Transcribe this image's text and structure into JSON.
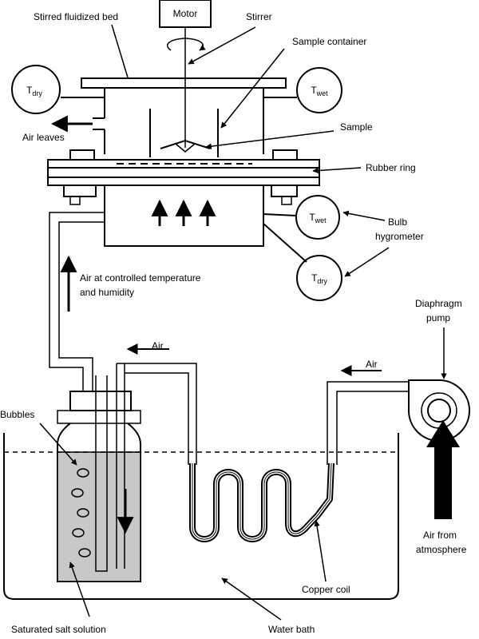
{
  "labels": {
    "stirred_bed": "Stirred fluidized bed",
    "motor": "Motor",
    "stirrer": "Stirrer",
    "sample_container": "Sample container",
    "sample": "Sample",
    "rubber_ring": "Rubber ring",
    "air_leaves": "Air leaves",
    "bulb_line1": "Bulb",
    "bulb_line2": "hygrometer",
    "air_controlled_line1": "Air at controlled temperature",
    "air_controlled_line2": "and humidity",
    "diaphragm_line1": "Diaphragm",
    "diaphragm_line2": "pump",
    "air_1": "Air",
    "air_2": "Air",
    "bubbles": "Bubbles",
    "air_from_line1": "Air from",
    "air_from_line2": "atmosphere",
    "copper_coil": "Copper coil",
    "saturated_salt": "Saturated salt solution",
    "water_bath": "Water bath"
  },
  "thermometers": [
    {
      "name": "tdry-top-left",
      "main": "T",
      "sub": "dry"
    },
    {
      "name": "twet-top-right",
      "main": "T",
      "sub": "wet"
    },
    {
      "name": "twet-bulb",
      "main": "T",
      "sub": "wet"
    },
    {
      "name": "tdry-bulb",
      "main": "T",
      "sub": "dry"
    }
  ],
  "colors": {
    "line": "#000000",
    "solution_fill": "#c8c8c8",
    "background": "#ffffff"
  }
}
